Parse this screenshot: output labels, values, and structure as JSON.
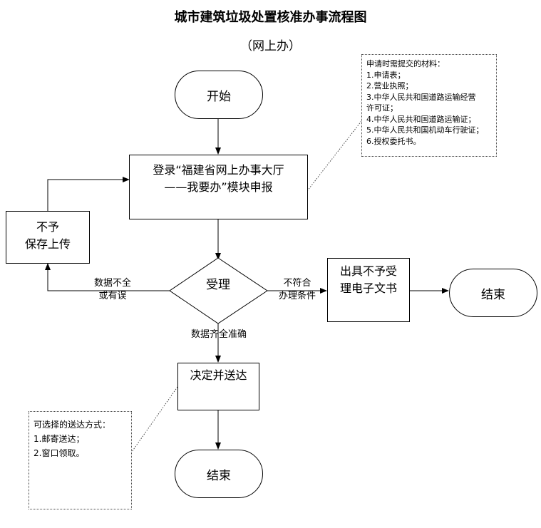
{
  "header": {
    "title": "城市建筑垃圾处置核准办事流程图",
    "subtitle": "（网上办）"
  },
  "nodes": {
    "start": "开始",
    "login_line1": "登录“福建省网上办事大厅",
    "login_line2": "——我要办”模块申报",
    "reject_save_line1": "不予",
    "reject_save_line2": "保存上传",
    "accept": "受理",
    "refusal_doc_line1": "出具不予受",
    "refusal_doc_line2": "理电子文书",
    "end_right": "结束",
    "decide_send": "决定并送达",
    "end_bottom": "结束"
  },
  "edge_labels": {
    "incomplete_line1": "数据不全",
    "incomplete_line2": "或有误",
    "not_qualified_line1": "不符合",
    "not_qualified_line2": "办理条件",
    "complete": "数据齐全准确"
  },
  "materials_note": {
    "heading": "申请时需提交的材料：",
    "items": [
      "1.申请表；",
      "2.营业执照；",
      "3.中华人民共和国道路运输经营",
      "许可证；",
      "4.中华人民共和国道路运输证；",
      "5.中华人民共和国机动车行驶证；",
      "6.授权委托书。"
    ]
  },
  "delivery_note": {
    "heading": "可选择的送达方式：",
    "items": [
      "1.邮寄送达；",
      "2.窗口领取。"
    ]
  }
}
